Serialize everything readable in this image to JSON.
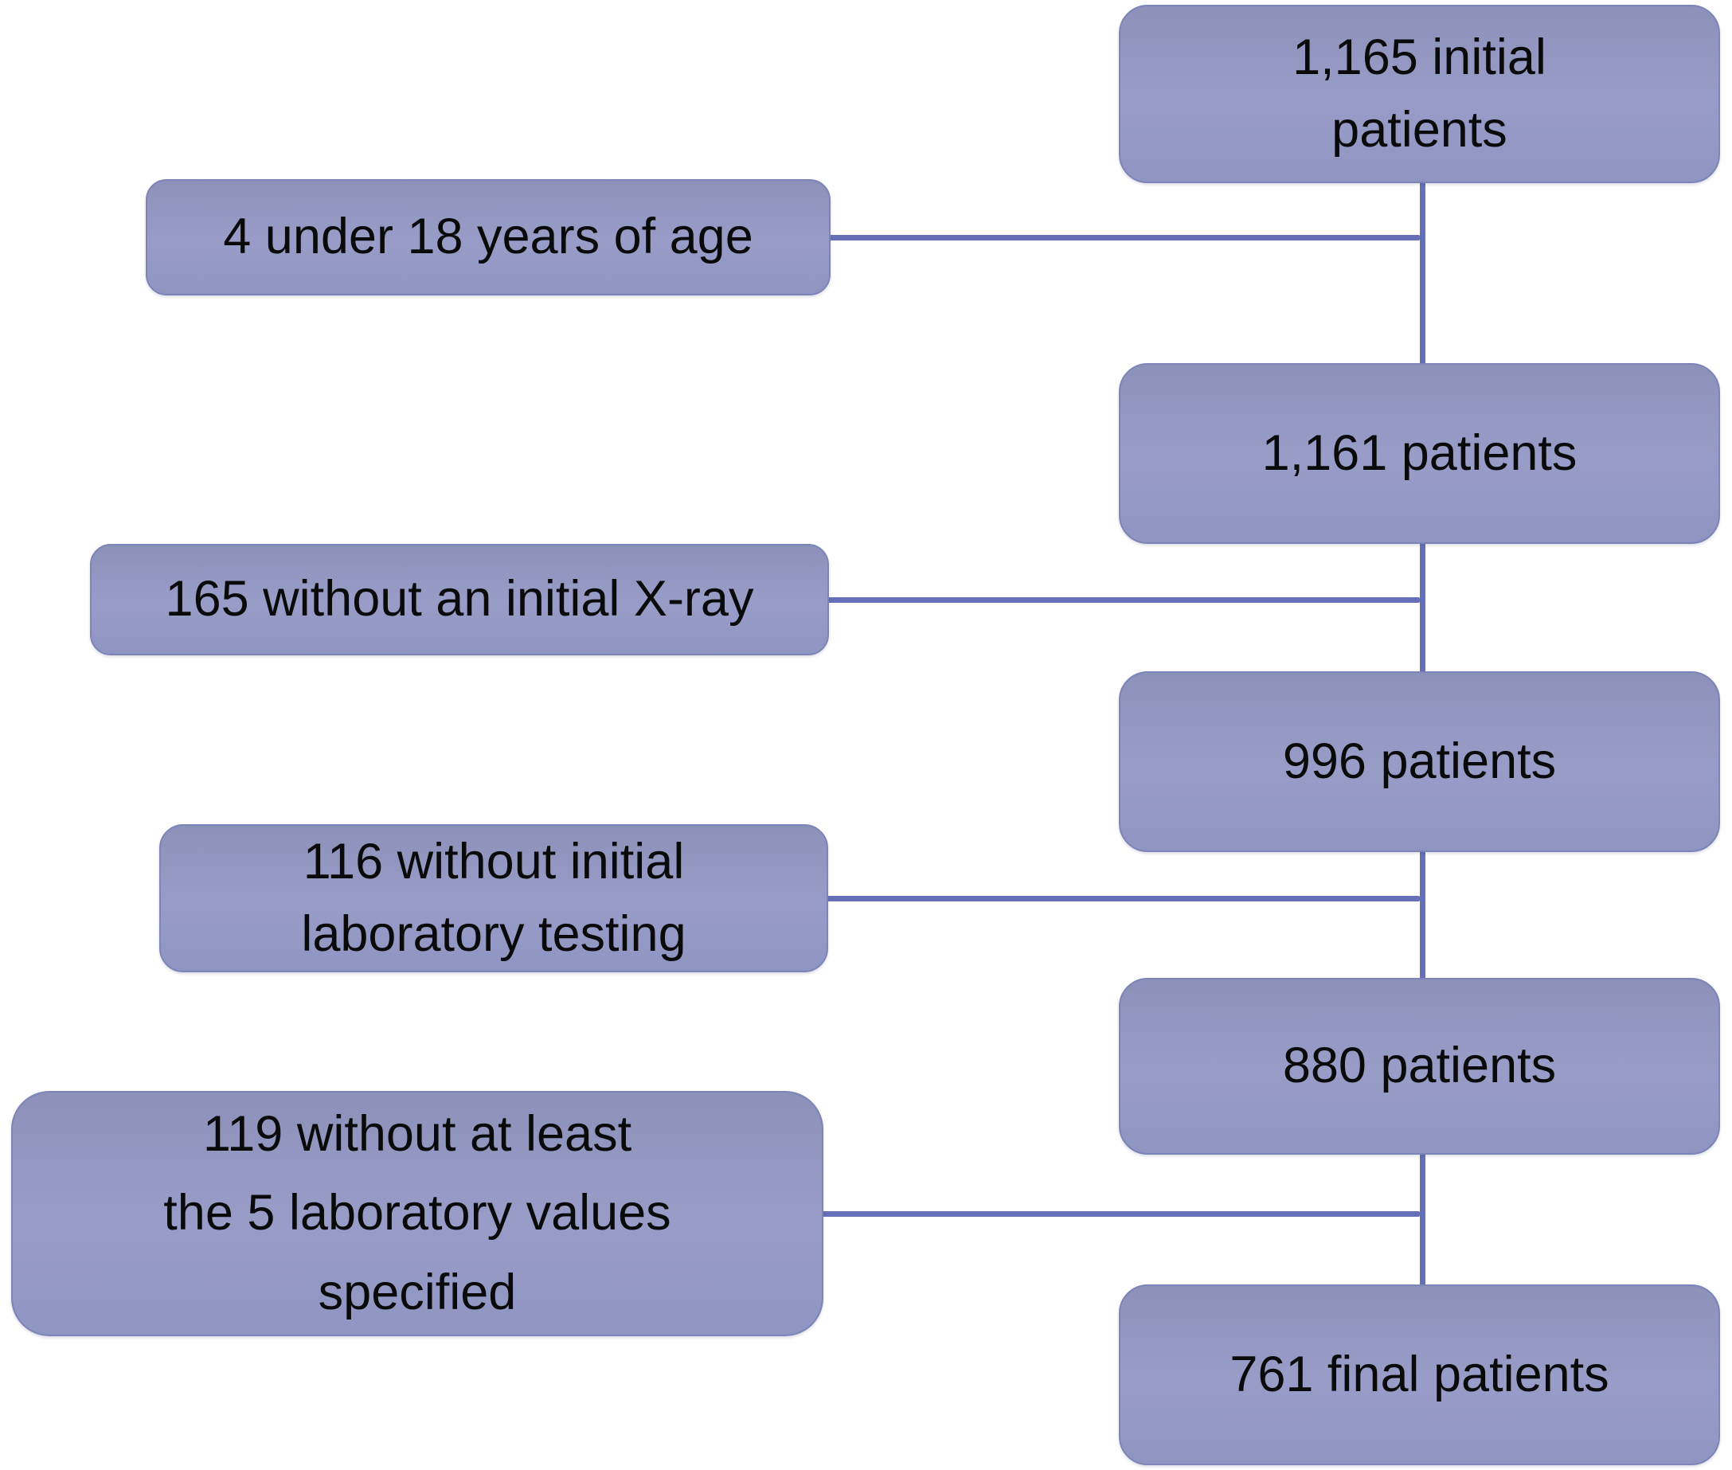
{
  "colors": {
    "background": "#ffffff",
    "box_fill_top": "#8c91b9",
    "box_fill_mid": "#989dc8",
    "box_fill_bottom": "#8f95c2",
    "box_border": "#7d85b8",
    "connector": "#6570b8",
    "text": "#0a0a0a"
  },
  "flowchart": {
    "type": "patient-flow-diagram",
    "main_nodes": [
      {
        "id": "initial-patients",
        "label": "1,165 initial\npatients"
      },
      {
        "id": "patients-1161",
        "label": "1,161 patients"
      },
      {
        "id": "patients-996",
        "label": "996 patients"
      },
      {
        "id": "patients-880",
        "label": "880 patients"
      },
      {
        "id": "final-patients",
        "label": "761 final patients"
      }
    ],
    "exclusion_nodes": [
      {
        "id": "under-18",
        "label": "4 under 18 years of age"
      },
      {
        "id": "no-initial-xray",
        "label": "165 without an initial X-ray"
      },
      {
        "id": "no-initial-lab",
        "label": "116 without initial\nlaboratory testing"
      },
      {
        "id": "missing-lab-values",
        "label": "119 without at least\nthe 5 laboratory values\nspecified"
      }
    ]
  }
}
